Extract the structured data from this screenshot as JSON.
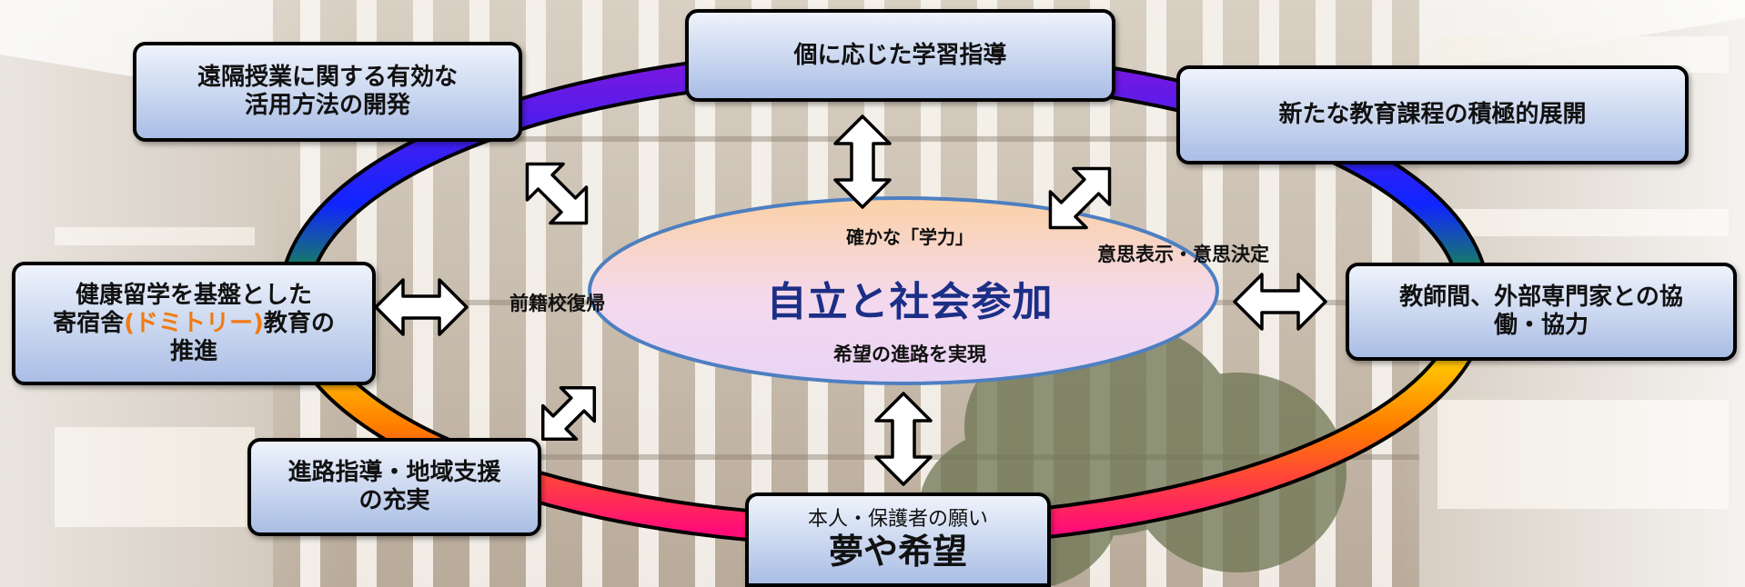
{
  "core": {
    "top": "確かな「学力」",
    "title": "自立と社会参加",
    "bottom": "希望の進路を実現"
  },
  "boxes": {
    "remote": [
      "遠隔授業に関する有効な",
      "活用方法の開発"
    ],
    "individual": "個に応じた学習指導",
    "curriculum": "新たな教育課程の積極的展開",
    "health": {
      "line1": "健康留学を基盤とした",
      "line2_pre": "寄宿舎",
      "line2_highlight": "(ドミトリー)",
      "line2_post": "教育の",
      "line3": "推進"
    },
    "collab": [
      "教師間、外部専門家との協",
      "働・協力"
    ],
    "career": [
      "進路指導・地域支援",
      "の充実"
    ],
    "dream": {
      "sub": "本人・保護者の願い",
      "main": "夢や希望"
    }
  },
  "labels": {
    "return_school": "前籍校復帰",
    "self_expression": "意思表示・意思決定"
  },
  "colors": {
    "ring": [
      "#ff0b7a",
      "#ff7a00",
      "#ffd000",
      "#1a9d2a",
      "#1024ff",
      "#7a18e0"
    ],
    "core_fill_top": "#fbd1a6",
    "core_fill_bottom": "#e9d4f5",
    "core_border": "#4d7fc1",
    "core_title": "#1b2f86",
    "highlight": "#f07a12"
  },
  "icons": [
    "double-arrow-vertical",
    "double-arrow-horizontal",
    "double-arrow-diagonal"
  ]
}
